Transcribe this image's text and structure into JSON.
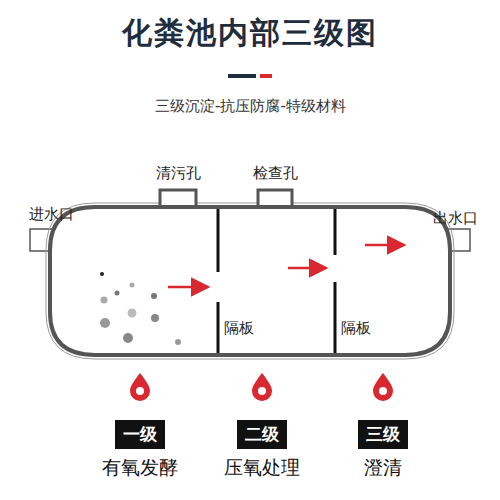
{
  "diagram": {
    "title": "化粪池内部三级图",
    "caption": "三级沉淀-抗压防腐-特级材料",
    "nodes": [
      {
        "text": [
          "一级",
          "有氧发酵"
        ]
      },
      {
        "text": [
          "二级",
          "压氧处理"
        ]
      },
      {
        "text": [
          "三级",
          "澄清"
        ]
      }
    ],
    "labels": [
      "清污孔",
      "检查孔",
      "进水口",
      "出水口",
      "隔板",
      "隔板"
    ]
  }
}
